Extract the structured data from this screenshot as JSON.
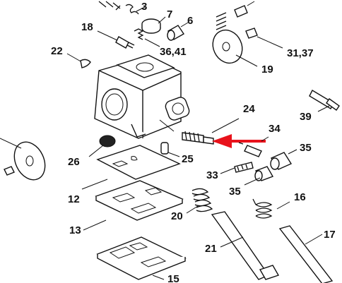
{
  "diagram": {
    "arrow_color": "#e8121b",
    "line_color": "#111111",
    "labels": [
      {
        "id": "3",
        "text": "3"
      },
      {
        "id": "7",
        "text": "7"
      },
      {
        "id": "6",
        "text": "6"
      },
      {
        "id": "18",
        "text": "18"
      },
      {
        "id": "36_41",
        "text": "36,41"
      },
      {
        "id": "22",
        "text": "22"
      },
      {
        "id": "31_37",
        "text": "31,37"
      },
      {
        "id": "19",
        "text": "19"
      },
      {
        "id": "39",
        "text": "39"
      },
      {
        "id": "24",
        "text": "24"
      },
      {
        "id": "34",
        "text": "34"
      },
      {
        "id": "35a",
        "text": "35"
      },
      {
        "id": "26",
        "text": "26"
      },
      {
        "id": "25",
        "text": "25"
      },
      {
        "id": "33",
        "text": "33"
      },
      {
        "id": "35b",
        "text": "35"
      },
      {
        "id": "12",
        "text": "12"
      },
      {
        "id": "16",
        "text": "16"
      },
      {
        "id": "20",
        "text": "20"
      },
      {
        "id": "13",
        "text": "13"
      },
      {
        "id": "17",
        "text": "17"
      },
      {
        "id": "21",
        "text": "21"
      },
      {
        "id": "15",
        "text": "15"
      }
    ]
  }
}
